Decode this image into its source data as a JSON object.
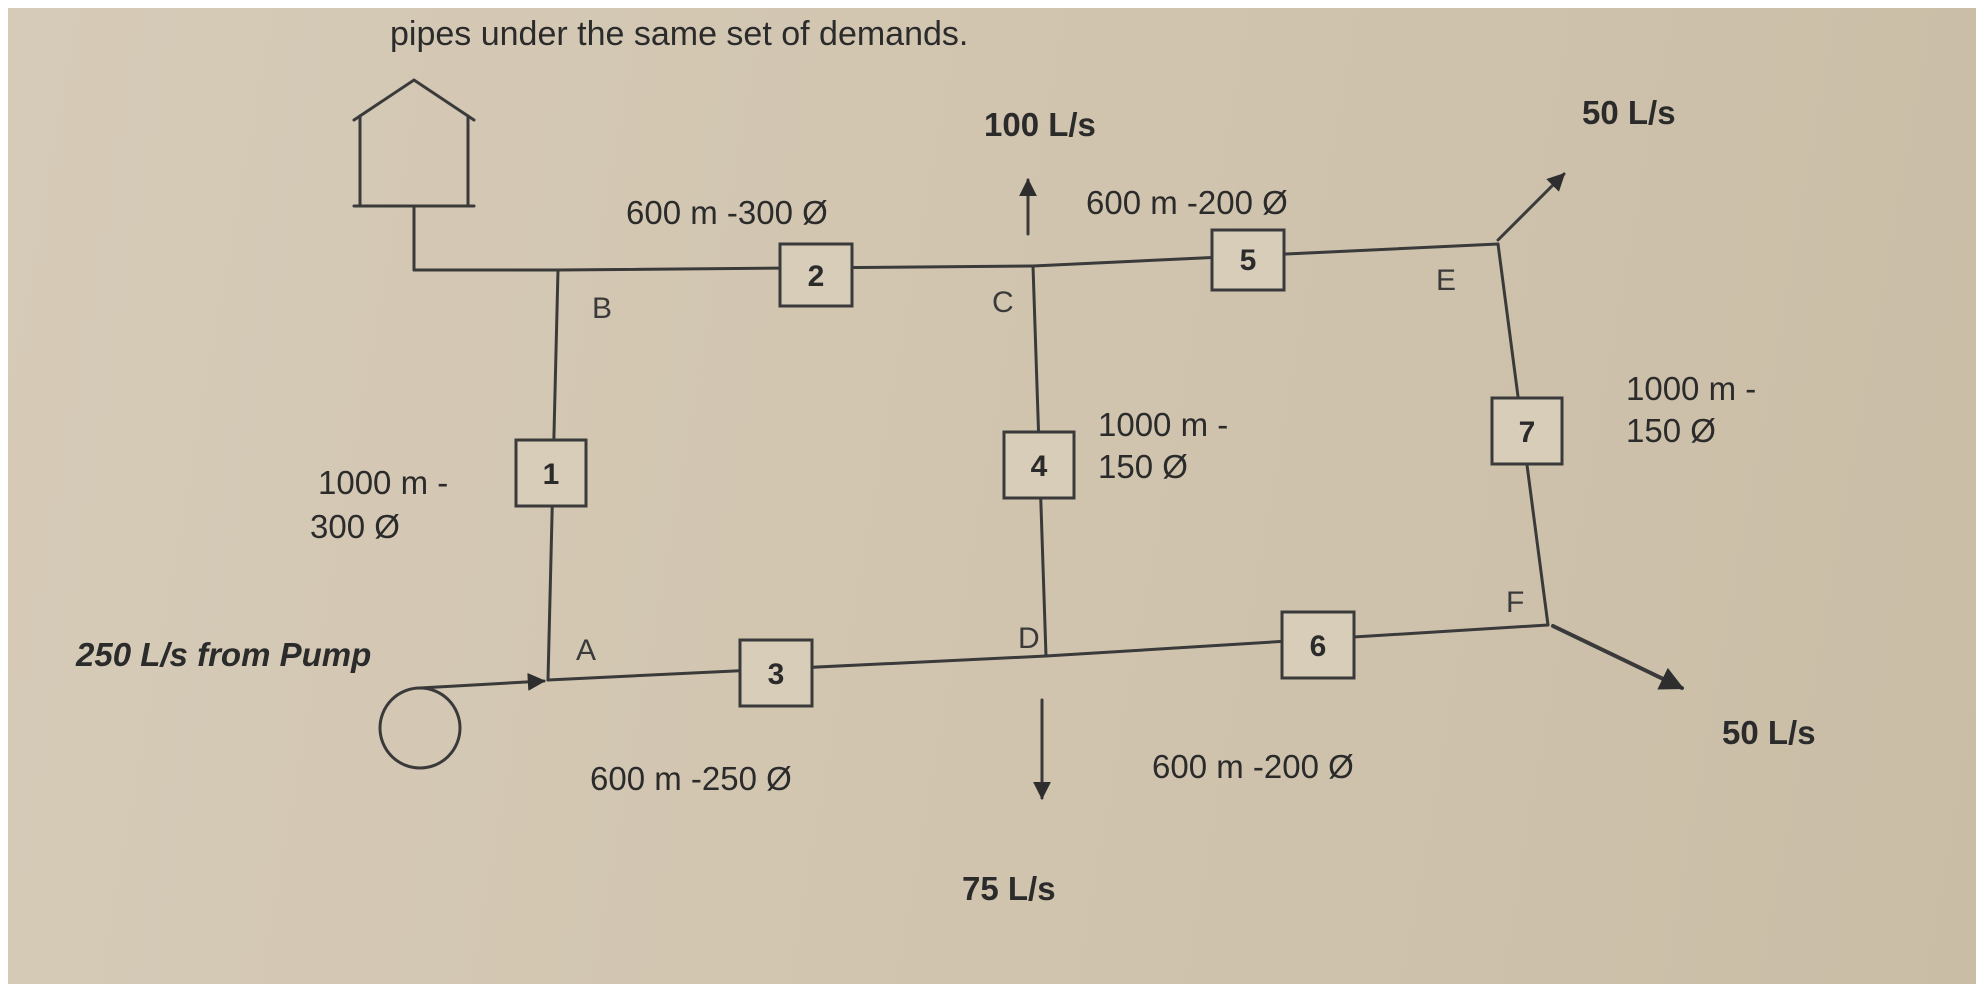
{
  "header_text": "pipes under the same set of demands.",
  "inflow": {
    "label": "250 L/s from Pump"
  },
  "demands": {
    "C": "100 L/s",
    "D": "75 L/s",
    "E": "50 L/s",
    "F": "50 L/s"
  },
  "nodes": [
    "A",
    "B",
    "C",
    "D",
    "E",
    "F"
  ],
  "pipes": [
    {
      "id": "1",
      "spec_line1": "1000 m -",
      "spec_line2": "300 Ø"
    },
    {
      "id": "2",
      "spec": "600 m -300 Ø"
    },
    {
      "id": "3",
      "spec": "600 m -250 Ø"
    },
    {
      "id": "4",
      "spec_line1": "1000 m -",
      "spec_line2": "150 Ø"
    },
    {
      "id": "5",
      "spec": "600 m -200 Ø"
    },
    {
      "id": "6",
      "spec": "600 m -200 Ø"
    },
    {
      "id": "7",
      "spec_line1": "1000 m -",
      "spec_line2": "150 Ø"
    }
  ]
}
